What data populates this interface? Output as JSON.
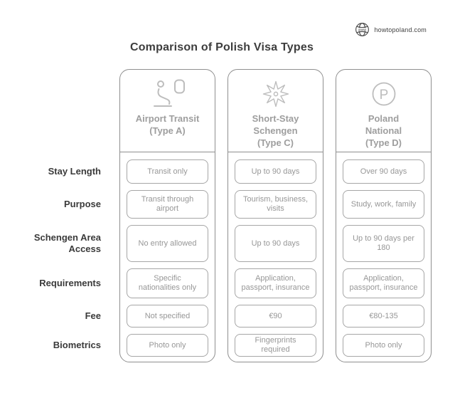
{
  "brand": {
    "site": "howtopoland.com",
    "icon": "globe-www-icon"
  },
  "title": "Comparison of Polish Visa Types",
  "row_labels": [
    "Stay Length",
    "Purpose",
    "Schengen Area Access",
    "Requirements",
    "Fee",
    "Biometrics"
  ],
  "columns": [
    {
      "icon": "airline-seat-icon",
      "title_lines": [
        "Airport Transit",
        "(Type A)",
        ""
      ],
      "cells": [
        "Transit only",
        "Transit through airport",
        "No entry allowed",
        "Specific nationalities only",
        "Not specified",
        "Photo only"
      ]
    },
    {
      "icon": "schengen-star-icon",
      "title_lines": [
        "Short-Stay",
        "Schengen",
        "(Type C)"
      ],
      "cells": [
        "Up to 90 days",
        "Tourism, business, visits",
        "Up to 90 days",
        "Application, passport, insurance",
        "€90",
        "Fingerprints required"
      ]
    },
    {
      "icon": "p-circle-icon",
      "title_lines": [
        "Poland",
        "National",
        "(Type D)"
      ],
      "cells": [
        "Over 90 days",
        "Study, work, family",
        "Up to 90 days per 180",
        "Application, passport, insurance",
        "€80-135",
        "Photo only"
      ]
    }
  ],
  "colors": {
    "title_text": "#3d3d3d",
    "row_label_text": "#3a3a3a",
    "card_border": "#8f8f8f",
    "pill_border": "#a6a6a6",
    "muted_text": "#979797",
    "header_text": "#9e9e9e",
    "logo_ink": "#4a4a4a",
    "background": "#ffffff"
  }
}
